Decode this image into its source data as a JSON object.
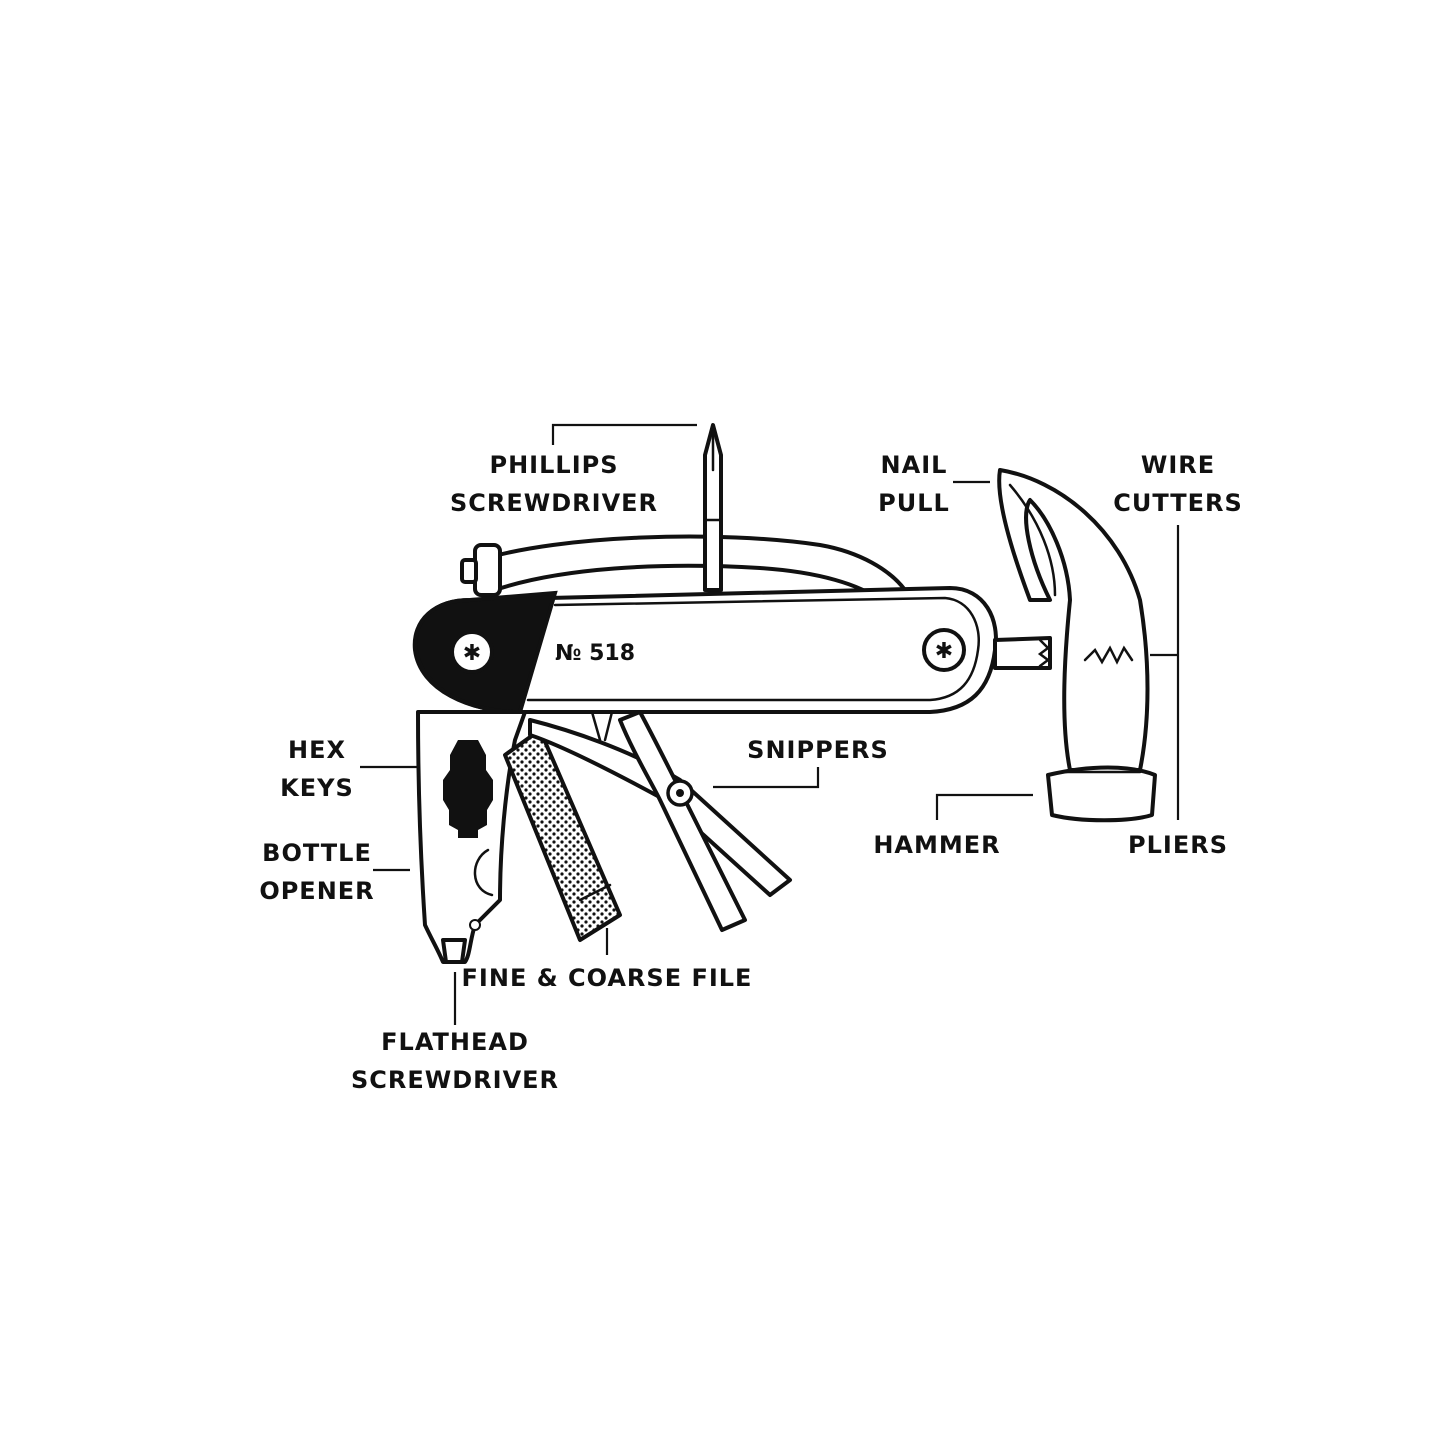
{
  "labels": {
    "phillips": [
      "PHILLIPS",
      "SCREWDRIVER"
    ],
    "nail_pull": [
      "NAIL",
      "PULL"
    ],
    "wire_cutters": [
      "WIRE",
      "CUTTERS"
    ],
    "hex_keys": [
      "HEX",
      "KEYS"
    ],
    "snippers": "SNIPPERS",
    "hammer": "HAMMER",
    "pliers": "PLIERS",
    "bottle_opener": [
      "BOTTLE",
      "OPENER"
    ],
    "fine_coarse_file": "FINE & COARSE FILE",
    "flathead": [
      "FLATHEAD",
      "SCREWDRIVER"
    ]
  },
  "model_mark": "№ 518",
  "colors": {
    "ink": "#111111",
    "background": "#ffffff"
  }
}
